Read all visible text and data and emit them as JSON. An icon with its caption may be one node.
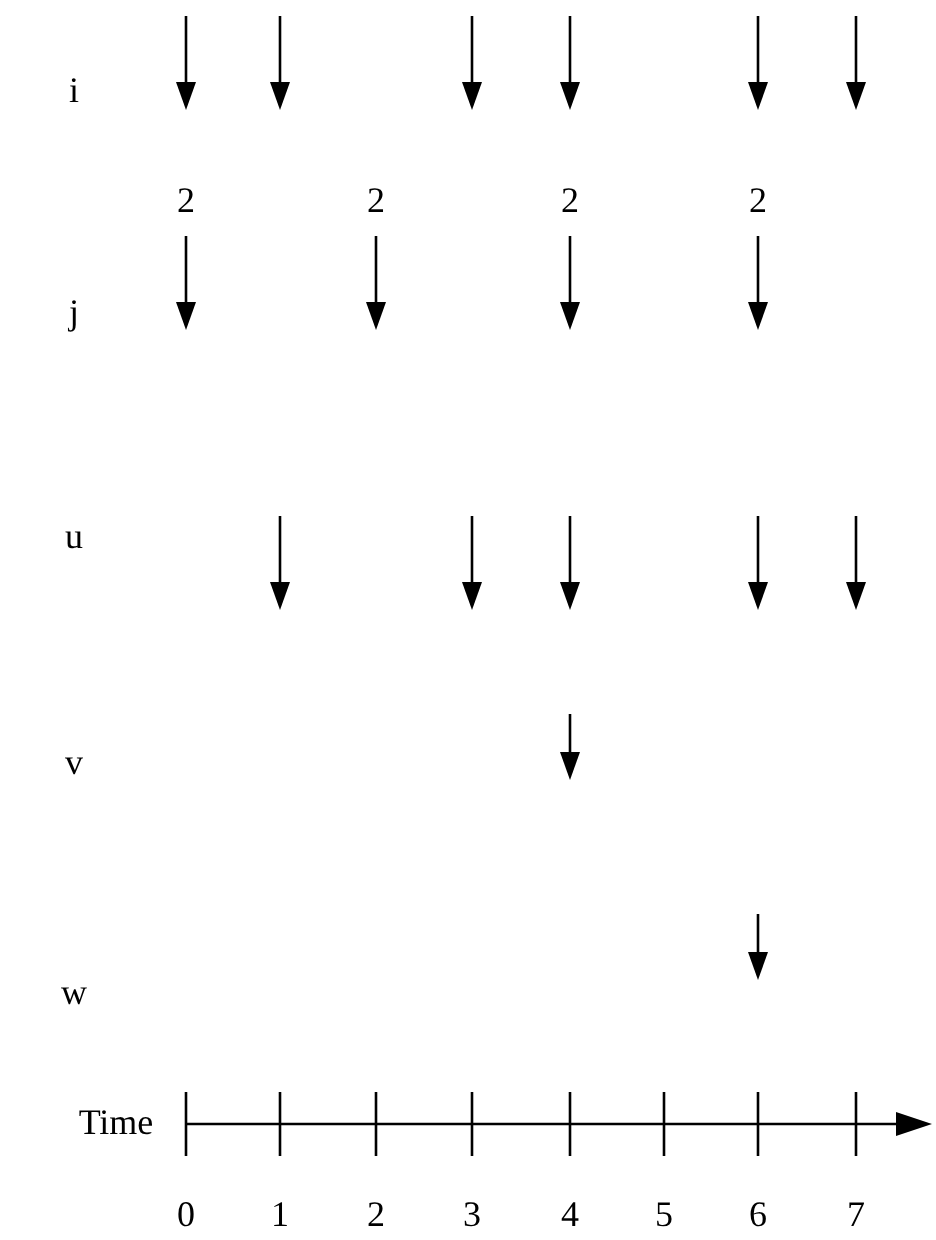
{
  "diagram": {
    "labels": [
      "i",
      "2",
      "2",
      "2",
      "2",
      "j",
      "u",
      "v",
      "w",
      "Time",
      "0",
      "1",
      "2",
      "3",
      "4",
      "5",
      "6",
      "7"
    ]
  }
}
